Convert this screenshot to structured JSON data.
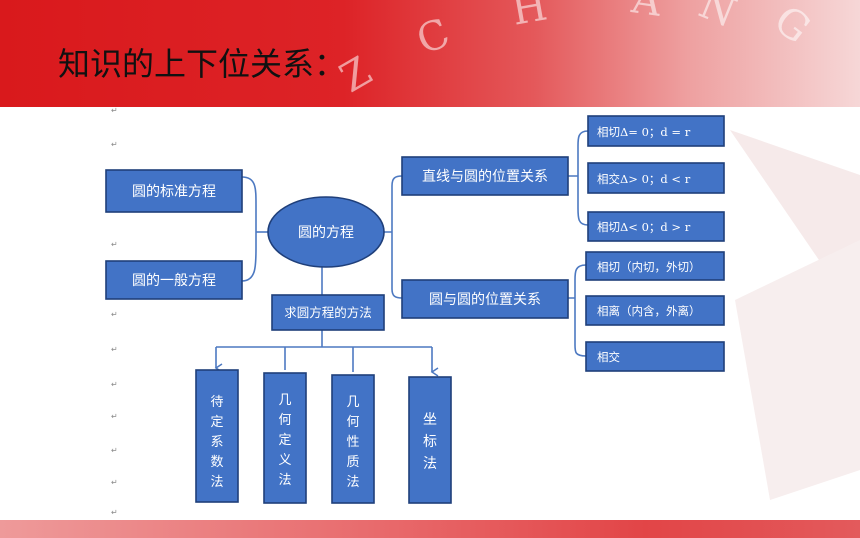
{
  "slide": {
    "title": "知识的上下位关系：",
    "watermark_letters": [
      "Z",
      "C",
      "H",
      "A",
      "N",
      "G"
    ]
  },
  "diagram": {
    "center": "圆的方程",
    "left": [
      "圆的标准方程",
      "圆的一般方程"
    ],
    "method": "求圆方程的方法",
    "methods": [
      "待定系数法",
      "几何定义法",
      "几何性质法",
      "坐标法"
    ],
    "relations": [
      {
        "label": "直线与圆的位置关系",
        "children": [
          "相切Δ= 0；d = r",
          "相交Δ> 0；d < r",
          "相切Δ< 0；d > r"
        ]
      },
      {
        "label": "圆与圆的位置关系",
        "children": [
          "相切（内切，外切）",
          "相离（内含，外离）",
          "相交"
        ]
      }
    ],
    "colors": {
      "box": "#4273c6",
      "box_border": "#1f3f7a",
      "connector": "#4d79c1",
      "text": "#ffffff"
    }
  }
}
